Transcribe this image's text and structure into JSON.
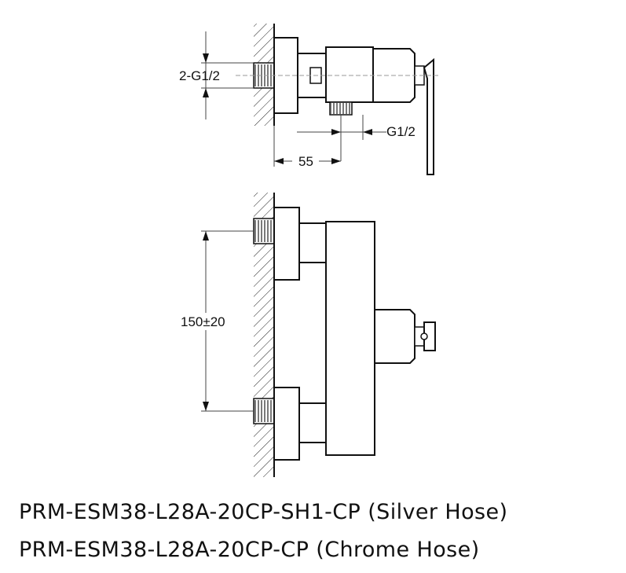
{
  "dimensions": {
    "inlet_thread": "2-G1/2",
    "outlet_thread": "G1/2",
    "outlet_offset": "55",
    "inlet_spacing": "150±20"
  },
  "models": [
    {
      "code": "PRM-ESM38-L28A-20CP-SH1-CP",
      "variant": "(Silver Hose)"
    },
    {
      "code": "PRM-ESM38-L28A-20CP-CP",
      "variant": "(Chrome Hose)"
    }
  ],
  "colors": {
    "line": "#111111",
    "background": "#ffffff",
    "dimension_line": "#444444"
  }
}
